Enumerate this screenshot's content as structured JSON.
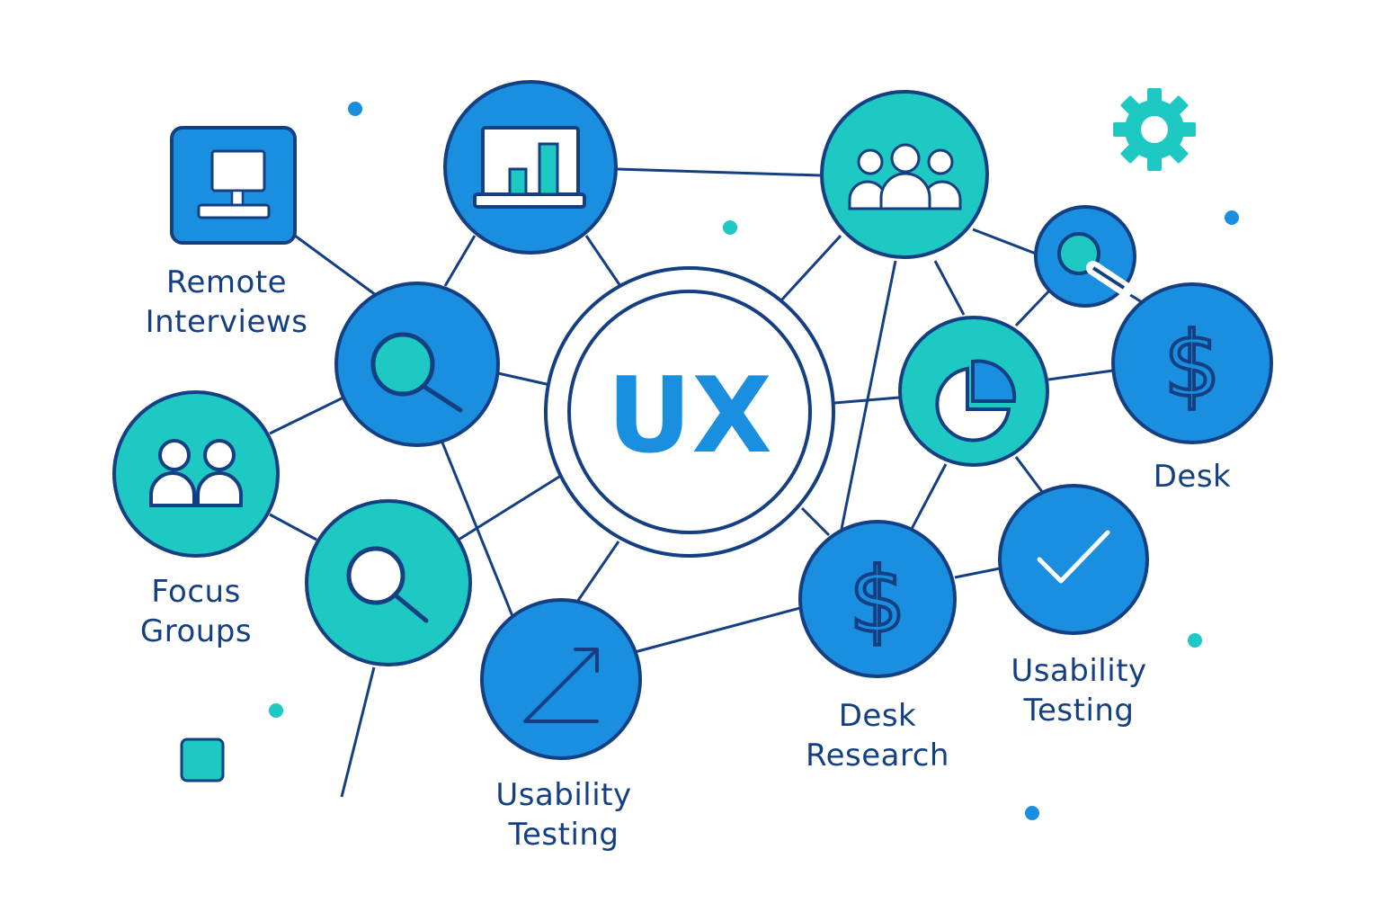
{
  "center": {
    "text": "UX"
  },
  "labels": {
    "remote_interviews": [
      "Remote",
      "Interviews"
    ],
    "focus_groups": [
      "Focus",
      "Groups"
    ],
    "usability_testing_bottom": [
      "Usability",
      "Testing"
    ],
    "desk_research": [
      "Desk",
      "Research"
    ],
    "usability_testing_right": [
      "Usability",
      "Testing"
    ],
    "desk": [
      "Desk"
    ]
  },
  "icons": {
    "computer": "computer-icon",
    "laptop_chart": "laptop-chart-icon",
    "team": "team-icon",
    "search": "search-icon",
    "pie_chart": "pie-chart-icon",
    "dollar": "dollar-icon",
    "people": "people-icon",
    "arrow": "arrow-icon",
    "check": "check-icon",
    "gear": "gear-icon"
  },
  "colors": {
    "navy": "#143f82",
    "blue": "#1a8fe0",
    "teal": "#1ec9c3",
    "ux_text": "#1a8fe0"
  }
}
